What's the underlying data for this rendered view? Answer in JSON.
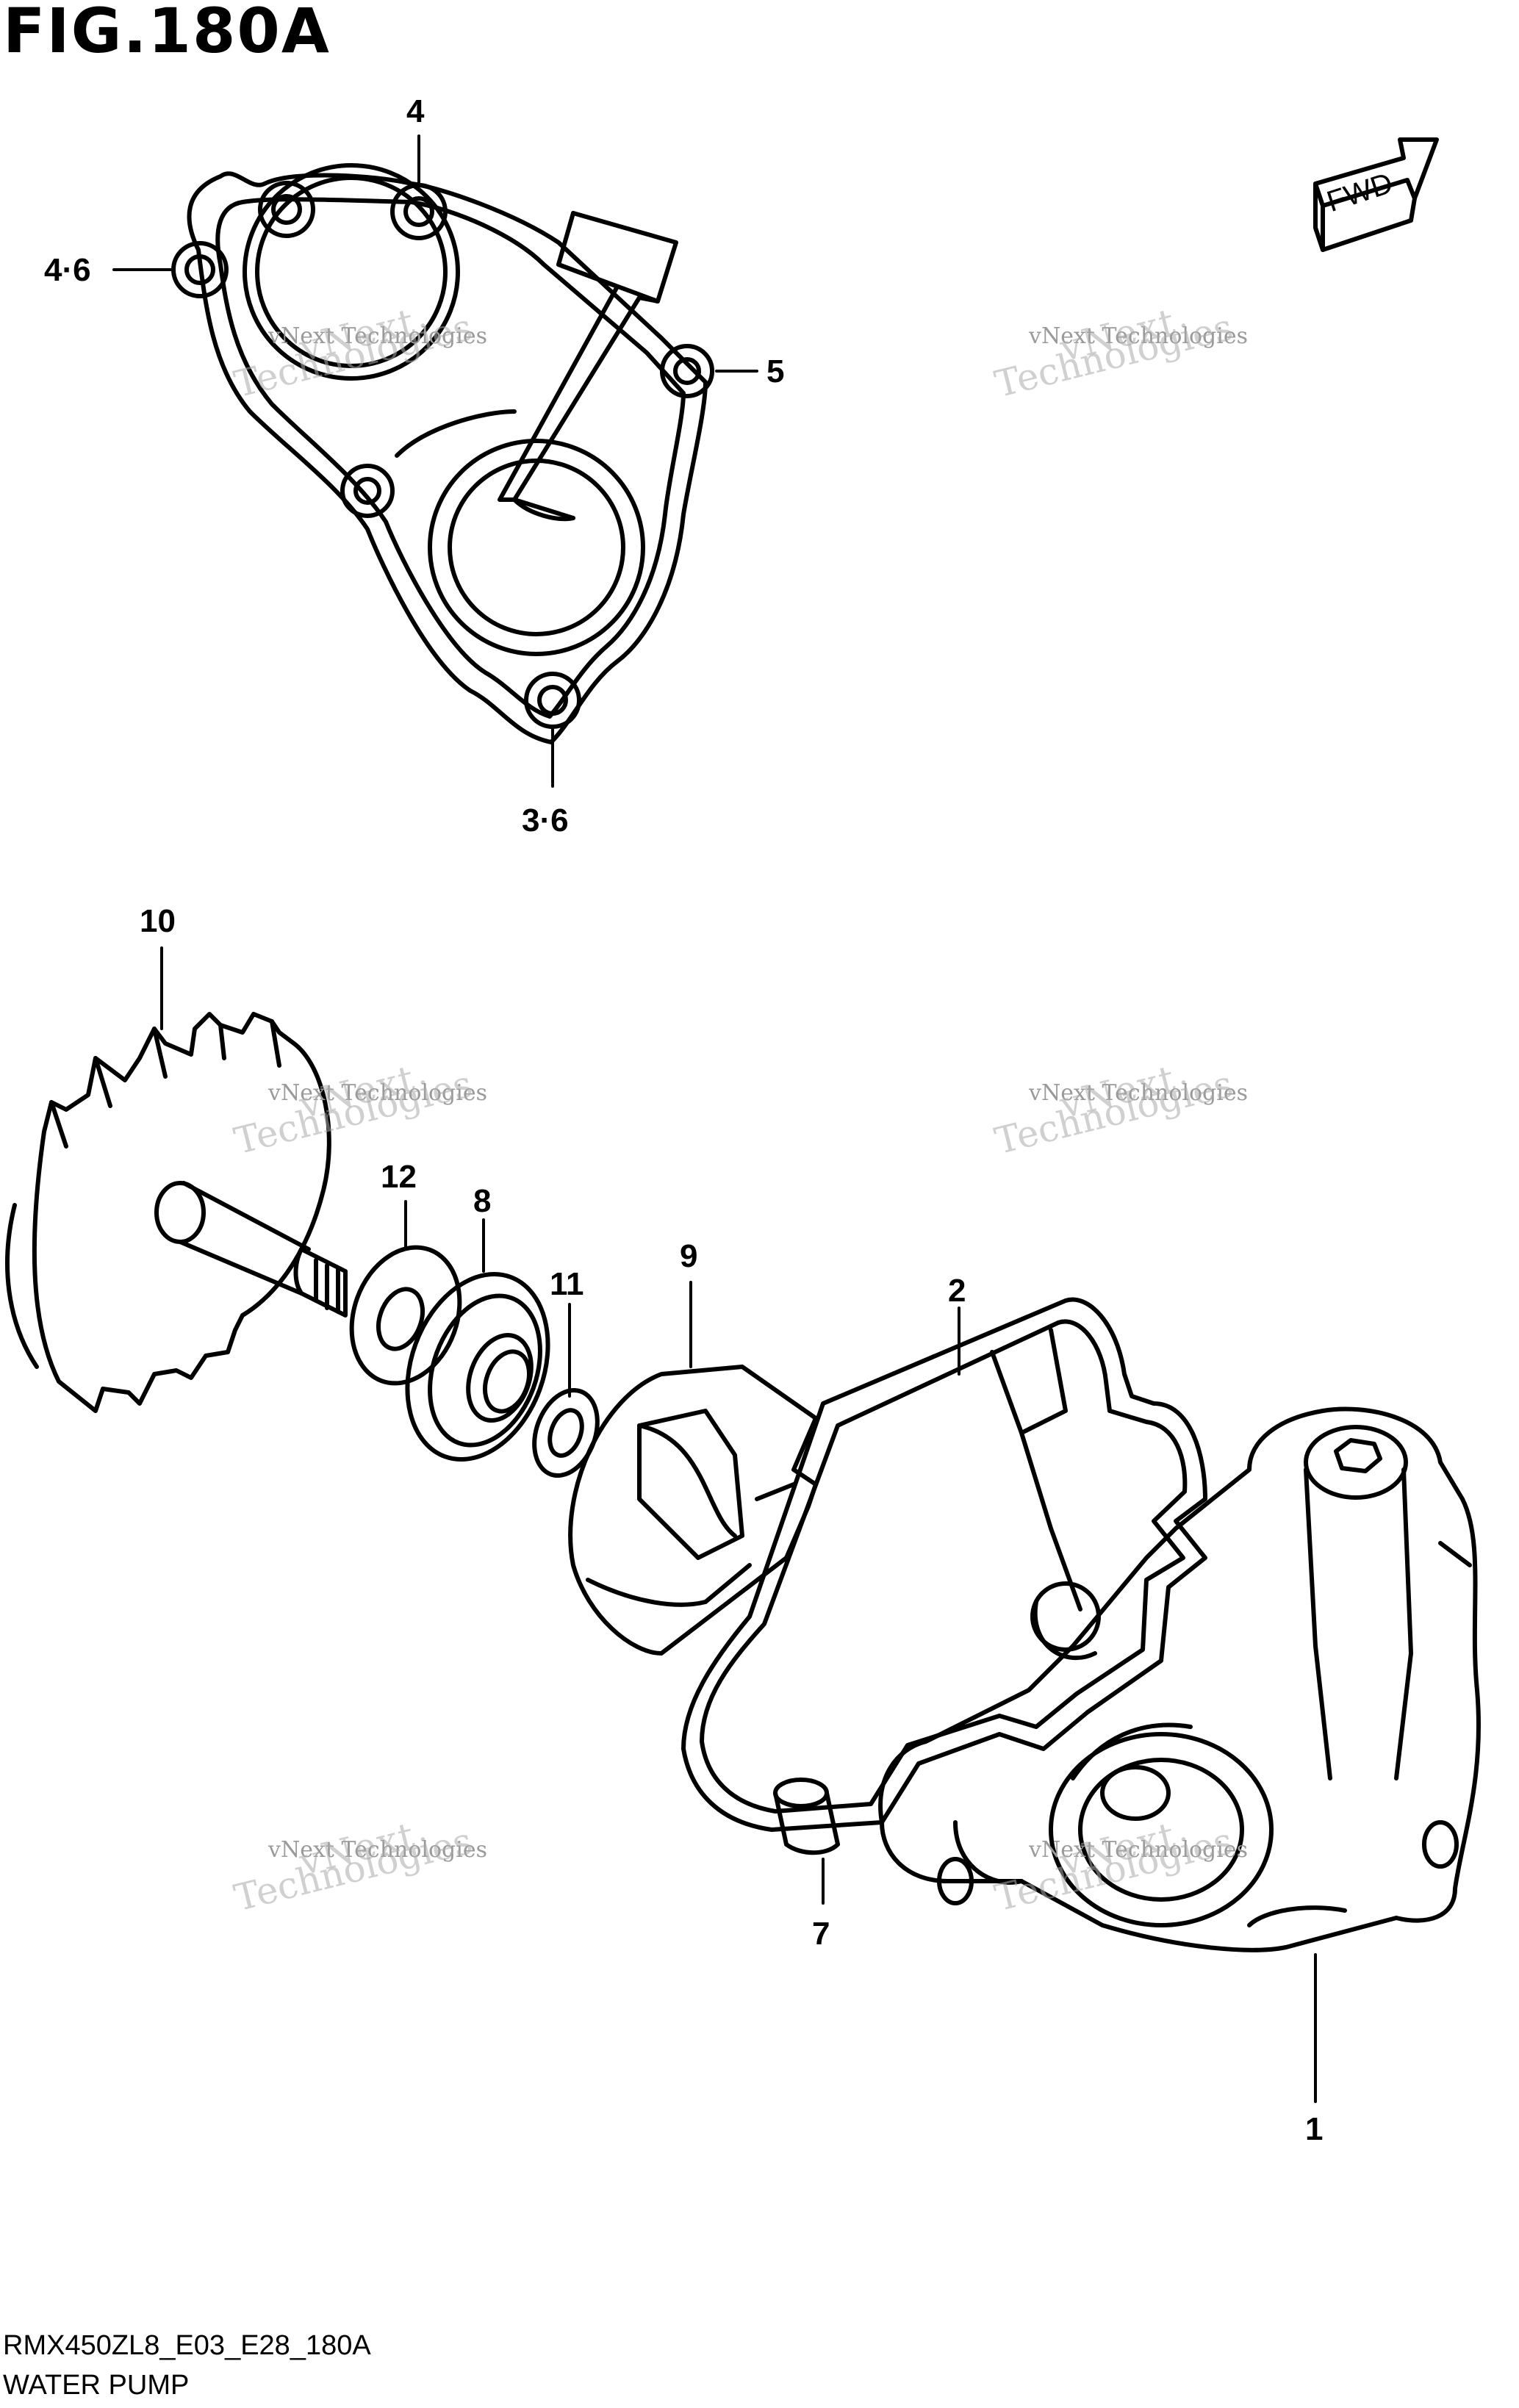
{
  "figure": {
    "title": "FIG.180A",
    "model_code": "RMX450ZL8_E03_E28_180A",
    "section_name": "WATER PUMP"
  },
  "direction_badge": {
    "label": "FWD"
  },
  "callouts": [
    {
      "id": "c4",
      "label": "4"
    },
    {
      "id": "c46",
      "label": "4·6"
    },
    {
      "id": "c5",
      "label": "5"
    },
    {
      "id": "c36",
      "label": "3·6"
    },
    {
      "id": "c10",
      "label": "10"
    },
    {
      "id": "c12",
      "label": "12"
    },
    {
      "id": "c8",
      "label": "8"
    },
    {
      "id": "c11",
      "label": "11"
    },
    {
      "id": "c9",
      "label": "9"
    },
    {
      "id": "c2",
      "label": "2"
    },
    {
      "id": "c7",
      "label": "7"
    },
    {
      "id": "c1",
      "label": "1"
    }
  ],
  "watermark": {
    "line1": "vNext Technologies",
    "line2": "vNext",
    "line3": "Technologies"
  }
}
